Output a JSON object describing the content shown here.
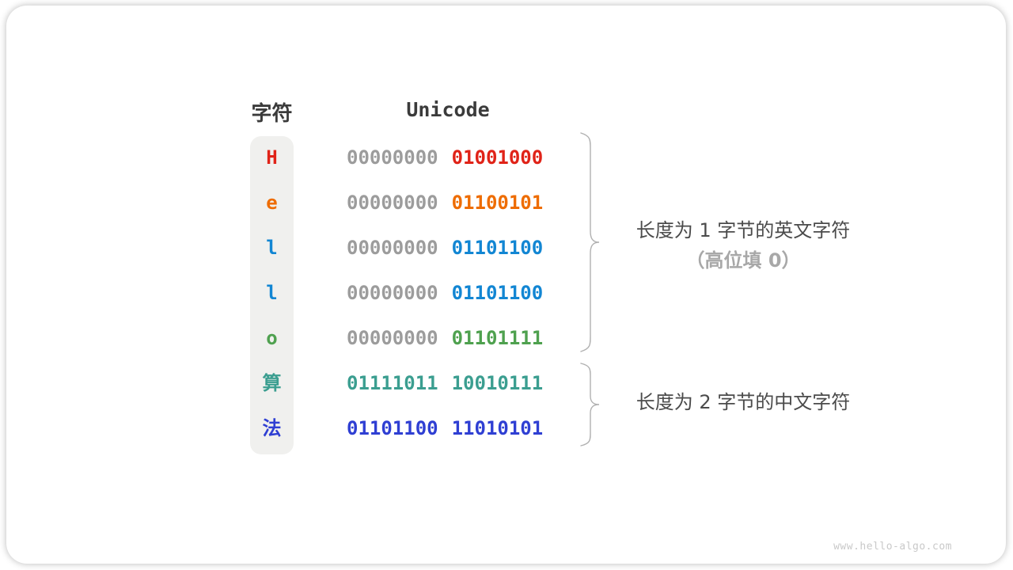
{
  "header": {
    "char_col": "字符",
    "unicode_col": "Unicode"
  },
  "rows": [
    {
      "char": "H",
      "color": "#e02318",
      "byte1": "00000000",
      "byte2": "01001000",
      "byte1_gray": true
    },
    {
      "char": "e",
      "color": "#ee6c00",
      "byte1": "00000000",
      "byte2": "01100101",
      "byte1_gray": true
    },
    {
      "char": "l",
      "color": "#1286d3",
      "byte1": "00000000",
      "byte2": "01101100",
      "byte1_gray": true
    },
    {
      "char": "l",
      "color": "#1286d3",
      "byte1": "00000000",
      "byte2": "01101100",
      "byte1_gray": true
    },
    {
      "char": "o",
      "color": "#4fa14f",
      "byte1": "00000000",
      "byte2": "01101111",
      "byte1_gray": true
    },
    {
      "char": "算",
      "color": "#3b9e90",
      "byte1": "01111011",
      "byte2": "10010111",
      "byte1_gray": false
    },
    {
      "char": "法",
      "color": "#2f3fd3",
      "byte1": "01101100",
      "byte2": "11010101",
      "byte1_gray": false
    }
  ],
  "colors": {
    "leading_zero_gray": "#9c9c9c",
    "header_text": "#3b3b3b",
    "annotation_text": "#4b4b4b",
    "annotation_sub_text": "#a8a8a8",
    "brace": "#b0b0b0",
    "char_column_bg": "#f0f0ee",
    "watermark": "#c9c9c9"
  },
  "annotations": [
    {
      "line1": "长度为 1 字节的英文字符",
      "line2": "（高位填 0）"
    },
    {
      "line1": "长度为 2 字节的中文字符"
    }
  ],
  "watermark": "www.hello-algo.com"
}
